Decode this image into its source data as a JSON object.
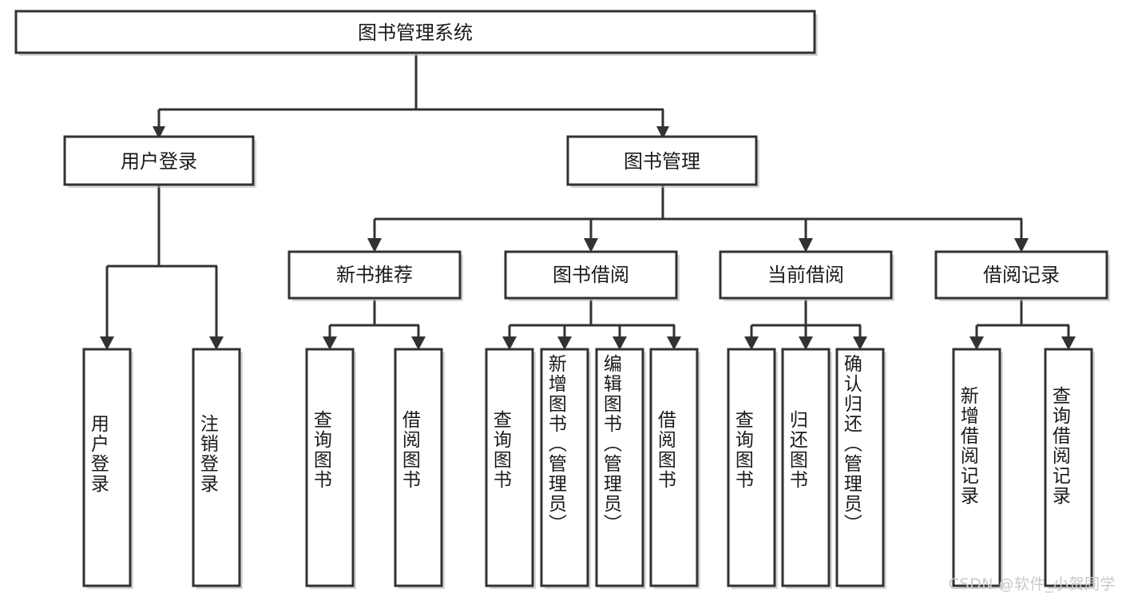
{
  "diagram": {
    "title": "图书管理系统",
    "type": "tree",
    "colors": {
      "stroke": "#323232",
      "fill": "#ffffff",
      "text": "#1a1a1a",
      "watermark": "#c9c9c9",
      "shadow": "#b8b8b8"
    },
    "root": {
      "label": "图书管理系统"
    },
    "level2": [
      {
        "label": "用户登录"
      },
      {
        "label": "图书管理"
      }
    ],
    "level3": [
      {
        "label": "新书推荐"
      },
      {
        "label": "图书借阅"
      },
      {
        "label": "当前借阅"
      },
      {
        "label": "借阅记录"
      }
    ],
    "leaves": {
      "user_login": [
        {
          "label": "用户登录"
        },
        {
          "label": "注销登录"
        }
      ],
      "new_book_recommend": [
        {
          "label": "查询图书"
        },
        {
          "label": "借阅图书"
        }
      ],
      "book_borrow": [
        {
          "label": "查询图书"
        },
        {
          "label": "新增图书（管理员）"
        },
        {
          "label": "编辑图书（管理员）"
        },
        {
          "label": "借阅图书"
        }
      ],
      "current_borrow": [
        {
          "label": "查询图书"
        },
        {
          "label": "归还图书"
        },
        {
          "label": "确认归还（管理员）"
        }
      ],
      "borrow_record": [
        {
          "label": "新增借阅记录"
        },
        {
          "label": "查询借阅记录"
        }
      ]
    },
    "watermark": "CSDN @软件_小贺同学"
  }
}
